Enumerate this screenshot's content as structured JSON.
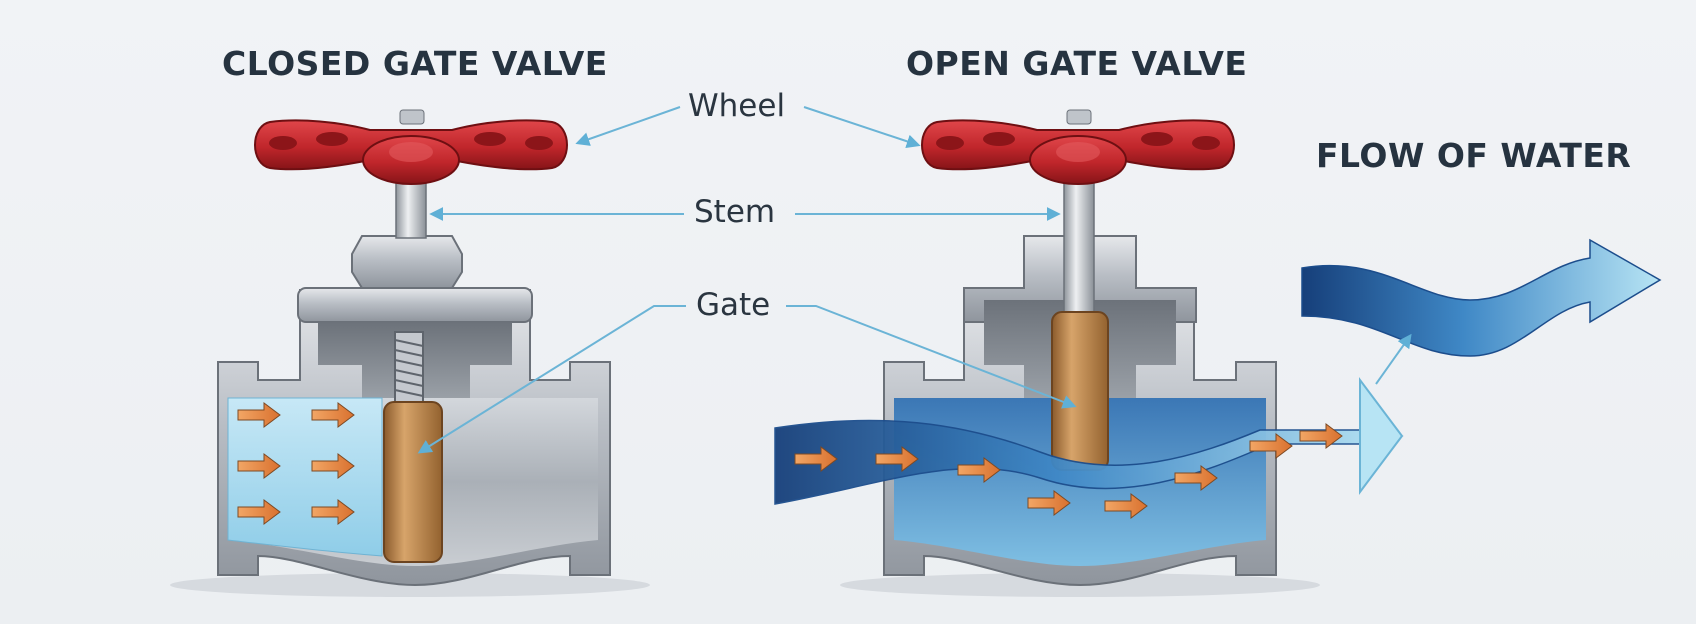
{
  "headings": {
    "closed": "CLOSED GATE VALVE",
    "open": "OPEN GATE VALVE",
    "flow": "FLOW OF WATER"
  },
  "labels": {
    "wheel": "Wheel",
    "stem": "Stem",
    "gate": "Gate"
  },
  "colors": {
    "background": "#eef1f4",
    "heading_text": "#263340",
    "wheel_red": "#c0262b",
    "steel": "#b7bcc3",
    "gate_bronze": "#b07a44",
    "water_light": "#a9d8ee",
    "water_dark": "#1c4d8c",
    "arrow_orange": "#e58a46",
    "leader_line": "#6bb4d6"
  },
  "icons": [
    "wheel-icon",
    "flow-arrow-icon"
  ]
}
